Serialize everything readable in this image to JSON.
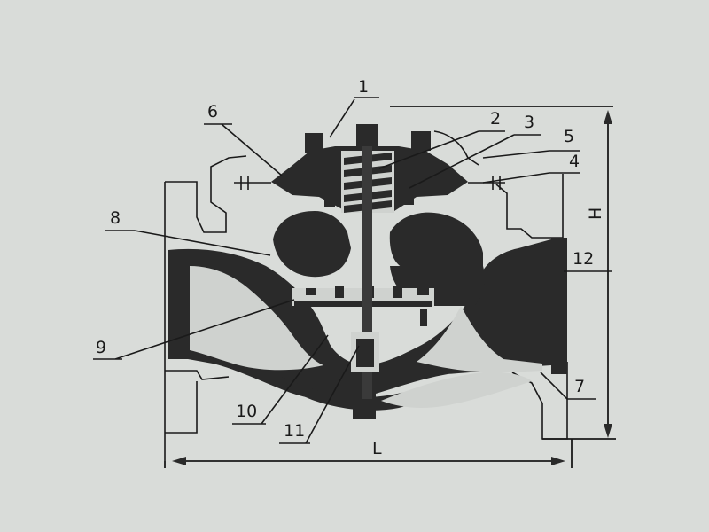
{
  "diagram": {
    "part_labels": [
      "1",
      "2",
      "3",
      "4",
      "5",
      "6",
      "7",
      "8",
      "9",
      "10",
      "11",
      "12"
    ],
    "dimension_labels": {
      "height": "H",
      "length": "L"
    }
  },
  "colors": {
    "background": "#d9dcd9",
    "ink": "#1a1a1a",
    "body": "#2a2a2a"
  }
}
